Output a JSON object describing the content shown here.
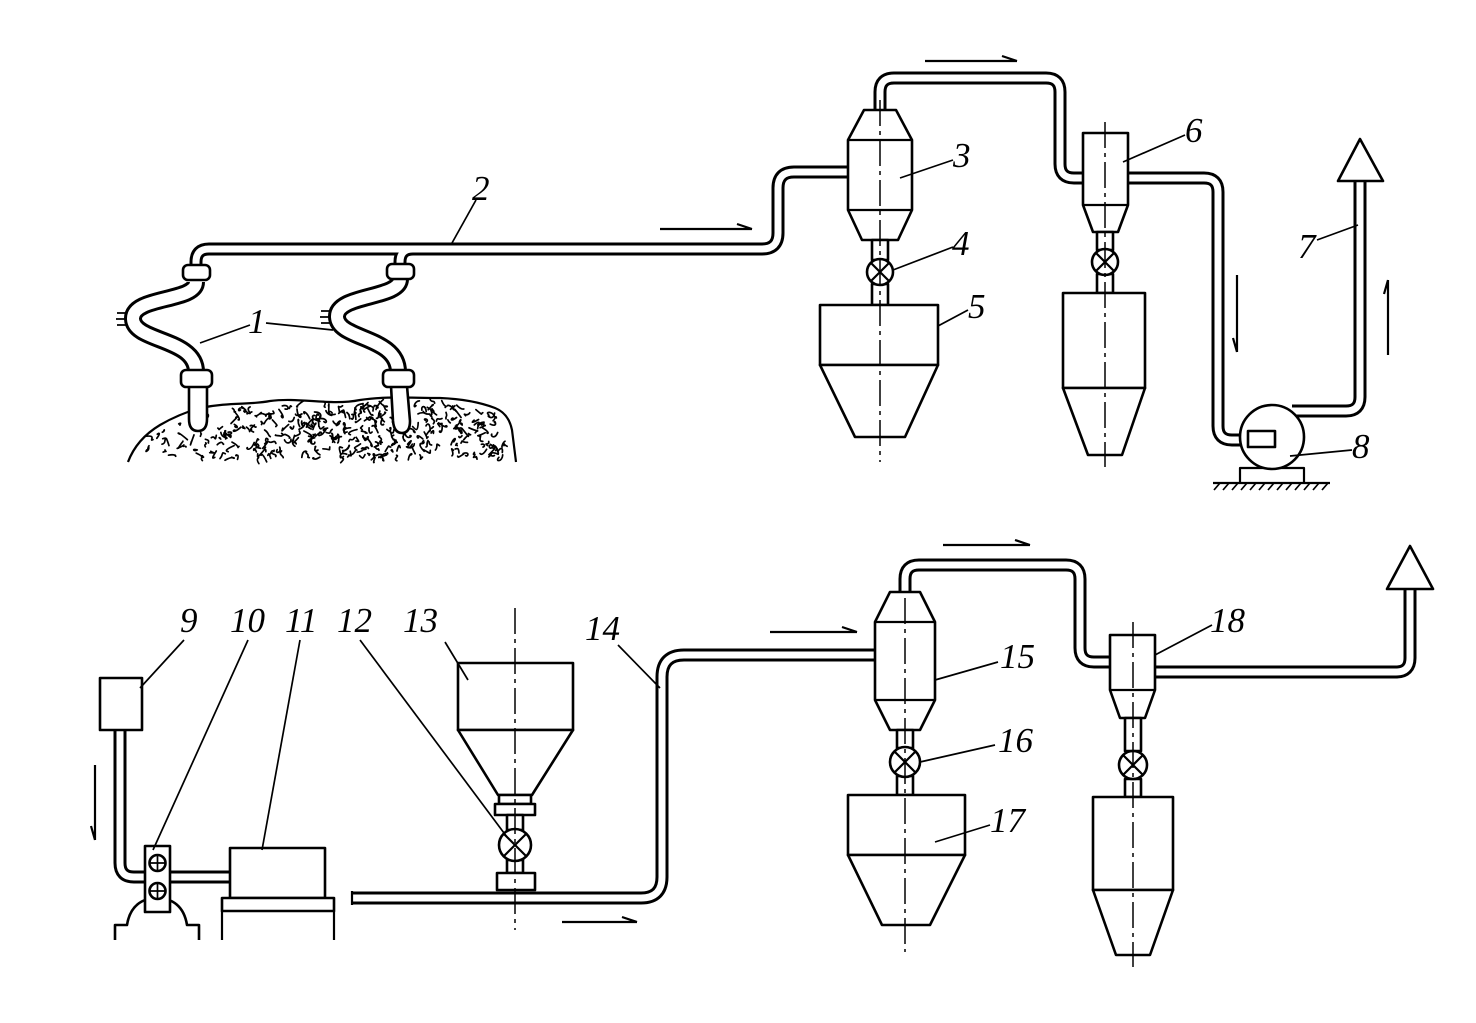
{
  "labels": [
    "1",
    "2",
    "3",
    "4",
    "5",
    "6",
    "7",
    "8",
    "9",
    "10",
    "11",
    "12",
    "13",
    "14",
    "15",
    "16",
    "17",
    "18"
  ],
  "colors": {
    "ink": "#000000",
    "background": "#ffffff"
  }
}
